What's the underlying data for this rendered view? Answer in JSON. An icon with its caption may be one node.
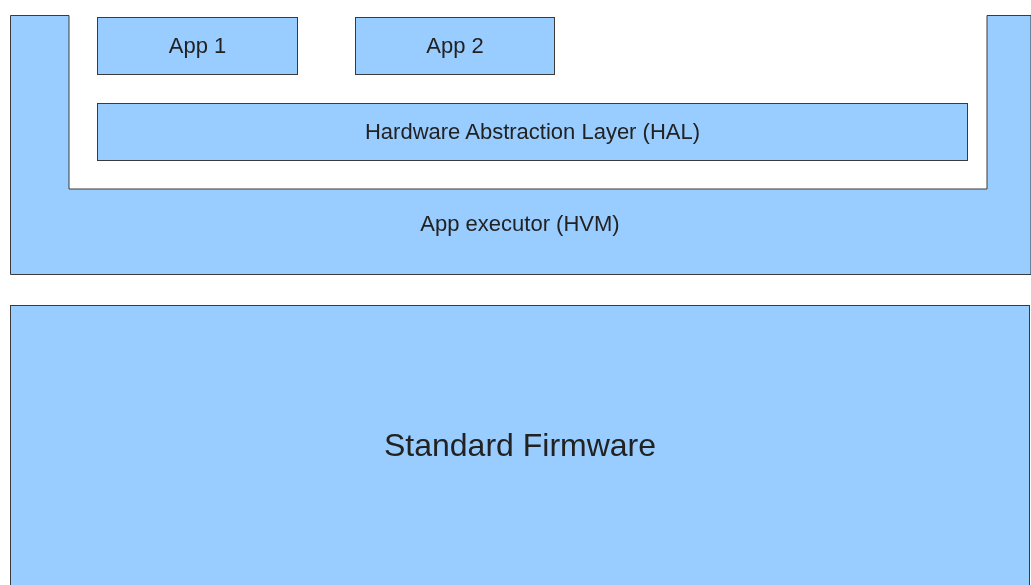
{
  "diagram": {
    "nodes": [
      {
        "text": [
          "App executor (HVM)"
        ]
      },
      {
        "text": [
          "App 1"
        ],
        "in": 0
      },
      {
        "text": [
          "App 2"
        ],
        "in": 0
      },
      {
        "text": [
          "Hardware Abstraction Layer (HAL)"
        ],
        "in": 0
      },
      {
        "text": [
          "Standard Firmware"
        ]
      }
    ]
  }
}
